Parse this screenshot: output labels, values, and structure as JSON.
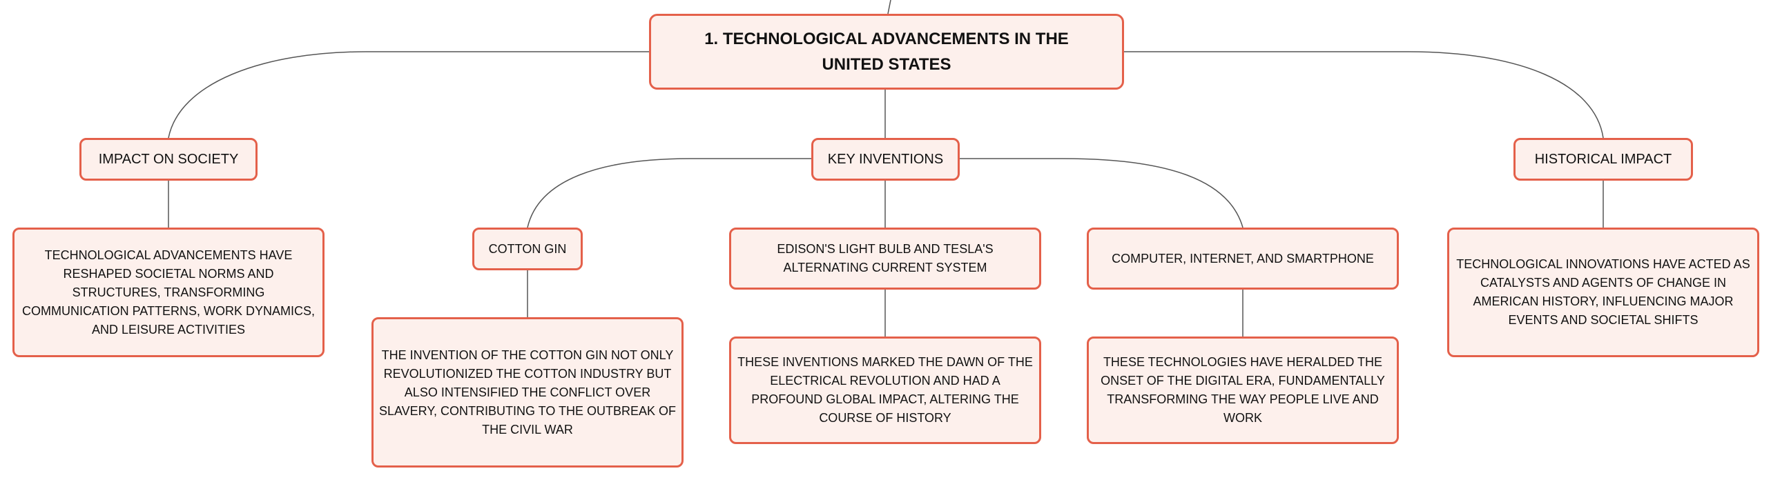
{
  "diagram": {
    "root": {
      "label": "1. TECHNOLOGICAL ADVANCEMENTS IN THE UNITED STATES"
    },
    "branches": {
      "impact_on_society": {
        "label": "IMPACT ON SOCIETY",
        "description": "TECHNOLOGICAL ADVANCEMENTS HAVE RESHAPED SOCIETAL NORMS AND STRUCTURES, TRANSFORMING COMMUNICATION PATTERNS, WORK DYNAMICS, AND LEISURE ACTIVITIES"
      },
      "key_inventions": {
        "label": "KEY INVENTIONS",
        "children": {
          "cotton_gin": {
            "label": "COTTON GIN",
            "description": "THE INVENTION OF THE COTTON GIN NOT ONLY REVOLUTIONIZED THE COTTON INDUSTRY BUT ALSO INTENSIFIED THE CONFLICT OVER SLAVERY, CONTRIBUTING TO THE OUTBREAK OF THE CIVIL WAR"
          },
          "light_bulb": {
            "label": "EDISON'S LIGHT BULB AND TESLA'S ALTERNATING CURRENT SYSTEM",
            "description": "THESE INVENTIONS MARKED THE DAWN OF THE ELECTRICAL REVOLUTION AND HAD A PROFOUND GLOBAL IMPACT, ALTERING THE COURSE OF HISTORY"
          },
          "computer": {
            "label": "COMPUTER, INTERNET, AND SMARTPHONE",
            "description": "THESE TECHNOLOGIES HAVE HERALDED THE ONSET OF THE DIGITAL ERA, FUNDAMENTALLY TRANSFORMING THE WAY PEOPLE LIVE AND WORK"
          }
        }
      },
      "historical_impact": {
        "label": "HISTORICAL IMPACT",
        "description": "TECHNOLOGICAL INNOVATIONS HAVE ACTED AS CATALYSTS AND AGENTS OF CHANGE IN AMERICAN HISTORY, INFLUENCING MAJOR EVENTS AND SOCIETAL SHIFTS"
      }
    }
  },
  "colors": {
    "node_border": "#e4604a",
    "node_fill": "#fdf0ec",
    "connector": "#555555"
  }
}
